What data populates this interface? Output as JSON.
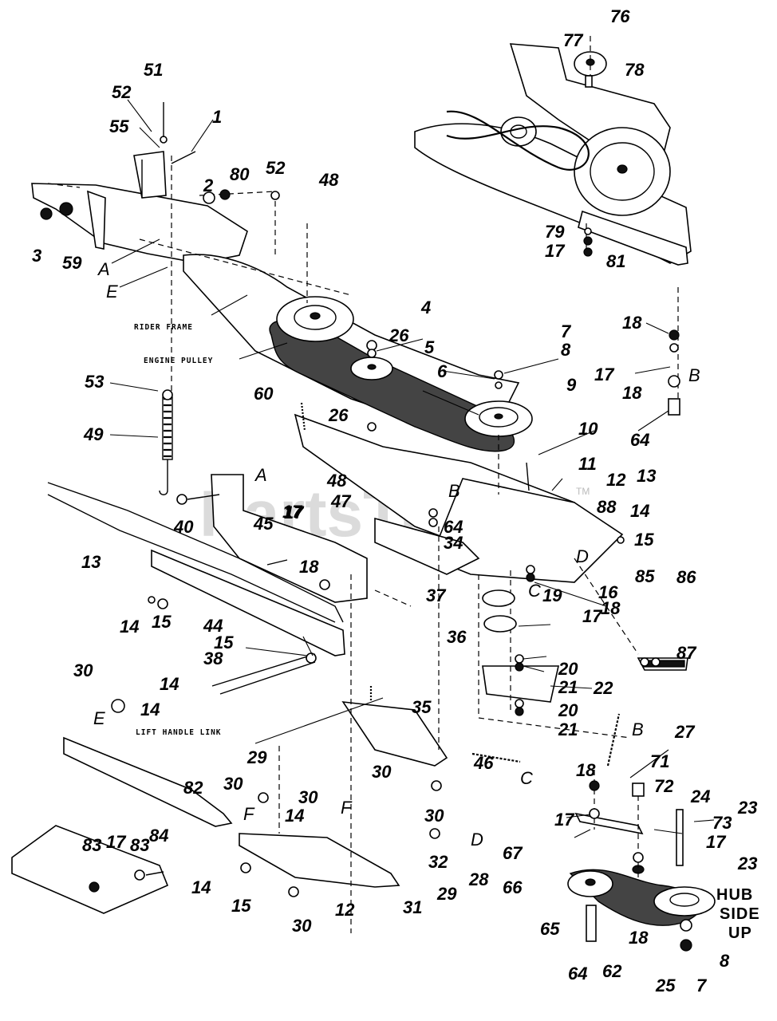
{
  "watermark": {
    "text": "PartsTree",
    "trademark": "TM"
  },
  "callouts": {
    "rider_frame": "RIDER FRAME",
    "engine_pulley": "ENGINE PULLEY",
    "lift_handle_link": "LIFT HANDLE LINK",
    "hub_side_up": [
      "HUB",
      "SIDE",
      "UP"
    ]
  },
  "part_numbers": [
    "51",
    "52",
    "55",
    "1",
    "2",
    "80",
    "52",
    "48",
    "3",
    "59",
    "76",
    "77",
    "78",
    "79",
    "17",
    "81",
    "4",
    "26",
    "5",
    "7",
    "8",
    "6",
    "9",
    "53",
    "49",
    "60",
    "26",
    "18",
    "17",
    "18",
    "64",
    "10",
    "11",
    "48",
    "47",
    "64",
    "34",
    "12",
    "13",
    "14",
    "15",
    "88",
    "40",
    "45",
    "17",
    "16",
    "17",
    "18",
    "13",
    "14",
    "15",
    "44",
    "18",
    "17",
    "37",
    "19",
    "36",
    "85",
    "86",
    "87",
    "15",
    "38",
    "30",
    "14",
    "14",
    "20",
    "21",
    "22",
    "20",
    "21",
    "35",
    "27",
    "29",
    "30",
    "82",
    "46",
    "30",
    "30",
    "30",
    "18",
    "71",
    "72",
    "24",
    "23",
    "83",
    "17",
    "83",
    "84",
    "14",
    "32",
    "29",
    "28",
    "31",
    "17",
    "67",
    "73",
    "17",
    "23",
    "14",
    "15",
    "12",
    "30",
    "66",
    "65",
    "64",
    "62",
    "18",
    "25",
    "7",
    "8"
  ],
  "reference_letters": [
    "A",
    "E",
    "A",
    "B",
    "D",
    "C",
    "E",
    "F",
    "F",
    "D",
    "C",
    "B",
    "B"
  ]
}
